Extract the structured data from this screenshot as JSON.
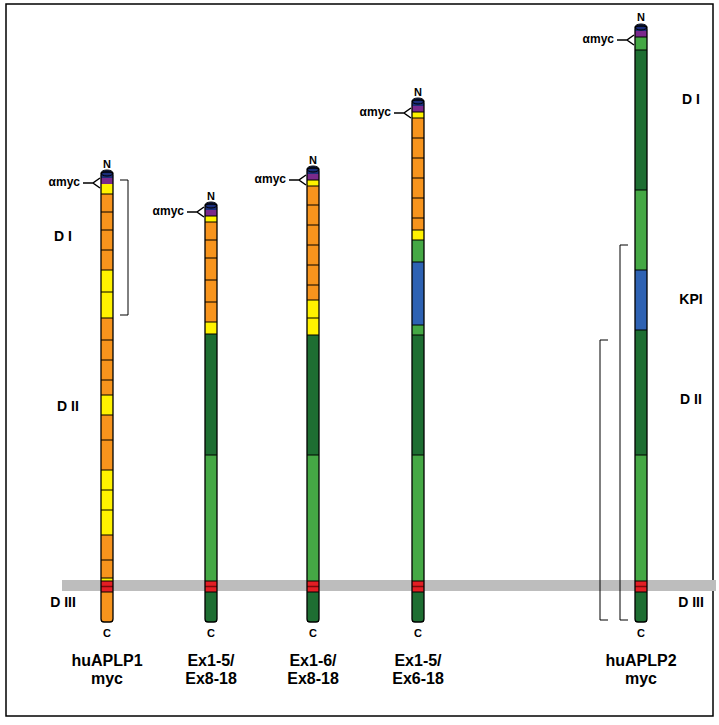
{
  "diagram": {
    "labels": [
      "αmyc",
      "N",
      "D I",
      "D II",
      "D III",
      "C",
      "huAPLP1 myc",
      "αmyc",
      "N",
      "C",
      "Ex1-5/ Ex8-18",
      "αmyc",
      "N",
      "C",
      "Ex1-6/ Ex8-18",
      "αmyc",
      "N",
      "C",
      "Ex1-5/ Ex6-18",
      "αmyc",
      "N",
      "D I",
      "KPI",
      "D II",
      "D III",
      "C",
      "huAPLP2 myc"
    ]
  }
}
